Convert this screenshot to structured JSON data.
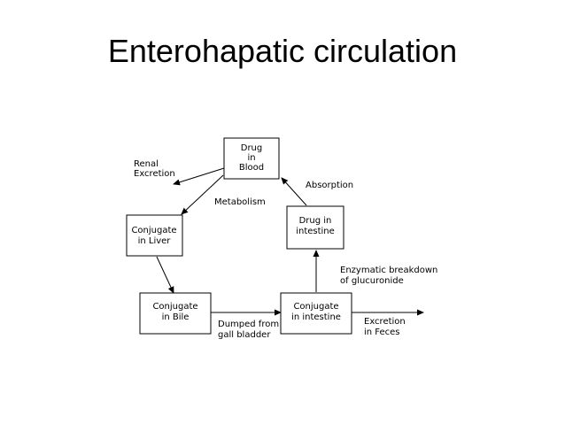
{
  "title": "Enterohapatic circulation",
  "colors": {
    "background": "#ffffff",
    "ink": "#000000"
  },
  "nodes": {
    "drug_in_blood": [
      "Drug",
      "in",
      "Blood"
    ],
    "conjugate_in_liver": [
      "Conjugate",
      "in Liver"
    ],
    "conjugate_in_bile": [
      "Conjugate",
      "in Bile"
    ],
    "conjugate_in_intestine": [
      "Conjugate",
      "in intestine"
    ],
    "drug_in_intestine": [
      "Drug in",
      "intestine"
    ]
  },
  "labels": {
    "renal_excretion": [
      "Renal",
      "Excretion"
    ],
    "metabolism": [
      "Metabolism"
    ],
    "absorption": [
      "Absorption"
    ],
    "enzymatic_breakdown": [
      "Enzymatic breakdown",
      "of glucuronide"
    ],
    "dumped_from_gallbladder": [
      "Dumped from",
      "gall bladder"
    ],
    "excretion_in_feces": [
      "Excretion",
      "in Feces"
    ]
  }
}
